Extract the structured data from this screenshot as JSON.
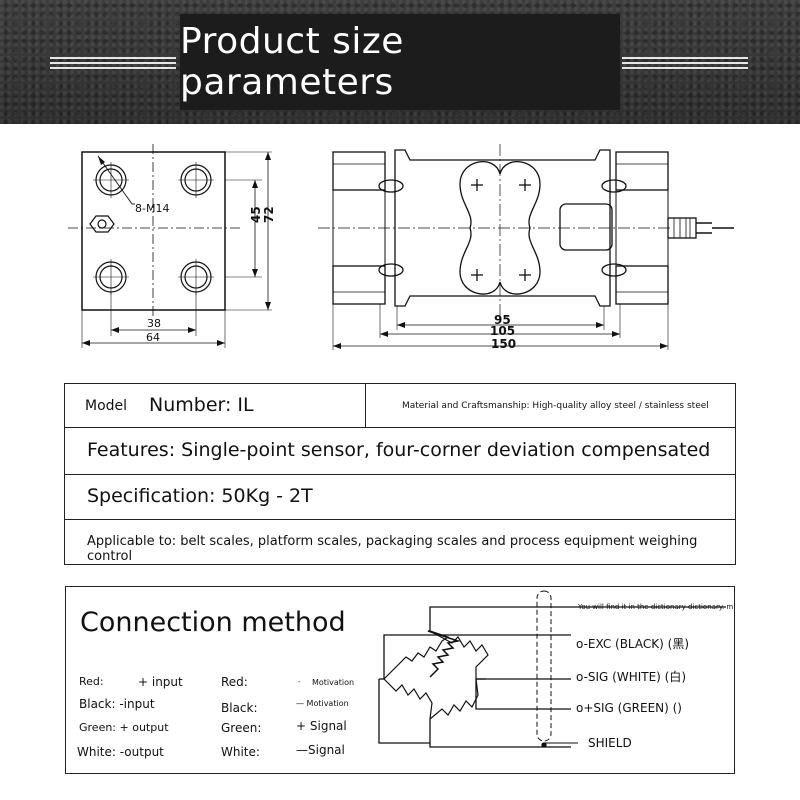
{
  "banner": {
    "title": "Product size parameters"
  },
  "drawing": {
    "left_view": {
      "hole_label": "8-M14",
      "dim_45": "45",
      "dim_72": "72",
      "dim_38": "38",
      "dim_64": "64"
    },
    "right_view": {
      "dim_95": "95",
      "dim_105": "105",
      "dim_150": "150"
    }
  },
  "spec": {
    "model_label": "Model",
    "model_value": "Number: IL",
    "material": "Material and Craftsmanship: High-quality alloy steel / stainless steel",
    "features": "Features: Single-point sensor, four-corner deviation compensated",
    "specification": "Specification: 50Kg - 2T",
    "applicable": "Applicable to: belt scales, platform scales, packaging scales and process equipment weighing control"
  },
  "connection": {
    "title": "Connection method",
    "left_list": {
      "red_label": "Red:",
      "red_value": "+ input",
      "black": "Black: -input",
      "green": "Green: + output",
      "white": "White: -output"
    },
    "mid_list": {
      "red_label": "Red:",
      "red_dash": "-",
      "red_value": "Motivation",
      "black_label": "Black:",
      "black_value": "— Motivation",
      "green_label": "Green:",
      "green_value": "+ Signal",
      "white_label": "White:",
      "white_value": "—Signal"
    },
    "wires": {
      "note": "You will find it in the dictionary dictionary. m",
      "exc_neg": "o-EXC (BLACK) (黑)",
      "sig_neg": "o-SIG (WHITE) (白)",
      "sig_pos": "o+SIG (GREEN) ()",
      "shield": "SHIELD"
    }
  }
}
